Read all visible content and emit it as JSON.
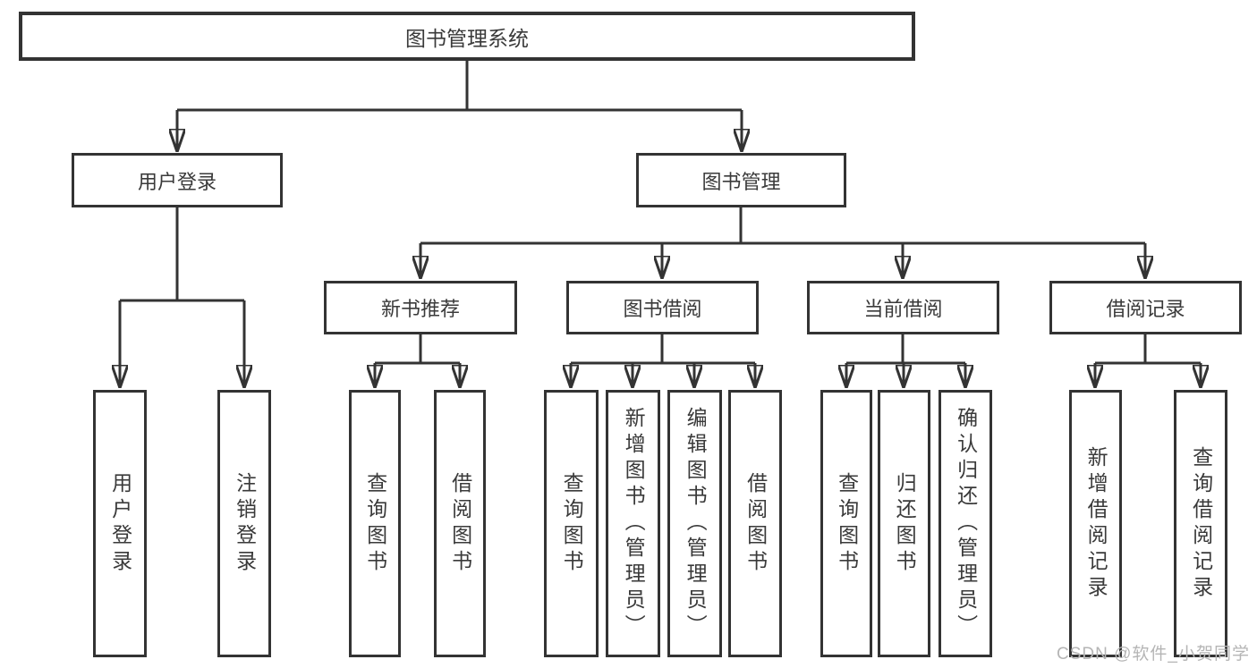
{
  "diagram": {
    "root": {
      "label": "图书管理系统"
    },
    "branches": [
      {
        "label": "用户登录",
        "leaves": [
          {
            "label": "用户登录"
          },
          {
            "label": "注销登录"
          }
        ]
      },
      {
        "label": "图书管理",
        "groups": [
          {
            "label": "新书推荐",
            "leaves": [
              {
                "label": "查询图书"
              },
              {
                "label": "借阅图书"
              }
            ]
          },
          {
            "label": "图书借阅",
            "leaves": [
              {
                "label": "查询图书"
              },
              {
                "label": "新增图书（管理员）"
              },
              {
                "label": "编辑图书（管理员）"
              },
              {
                "label": "借阅图书"
              }
            ]
          },
          {
            "label": "当前借阅",
            "leaves": [
              {
                "label": "查询图书"
              },
              {
                "label": "归还图书"
              },
              {
                "label": "确认归还（管理员）"
              }
            ]
          },
          {
            "label": "借阅记录",
            "leaves": [
              {
                "label": "新增借阅记录"
              },
              {
                "label": "查询借阅记录"
              }
            ]
          }
        ]
      }
    ]
  },
  "watermark": {
    "text": "CSDN @软件_小贺同学"
  },
  "colors": {
    "line": "#333333",
    "text": "#3a3a3a",
    "watermark": "#b5b5b5"
  }
}
